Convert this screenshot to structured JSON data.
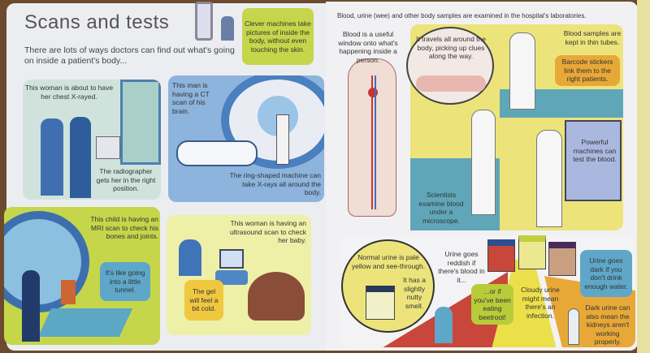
{
  "left_page": {
    "title": "Scans and tests",
    "intro": "There are lots of ways doctors can find out what's going on inside a patient's body...",
    "machine_bubble": "Clever machines take pictures of inside the body, without even touching the skin.",
    "xray": {
      "caption": "This woman is about to have her chest X-rayed.",
      "note": "The radiographer gets her in the right position."
    },
    "ct": {
      "caption": "This man is having a CT scan of his brain.",
      "note": "The ring-shaped machine can take X-rays all around the body."
    },
    "mri": {
      "caption": "This child is having an MRI scan to check his bones and joints.",
      "bubble": "It's like going into a little tunnel."
    },
    "ultrasound": {
      "caption": "This woman is having an ultrasound scan to check her baby.",
      "bubble": "The gel will feel a bit cold."
    }
  },
  "right_page": {
    "intro": "Blood, urine (wee) and other body samples are examined in the hospital's laboratories.",
    "blood_window": "Blood is a useful window onto what's happening inside a person.",
    "blood_travels": "It travels all around the body, picking up clues along the way.",
    "tubes": "Blood samples are kept in thin tubes.",
    "barcode": "Barcode stickers link them to the right patients.",
    "machines": "Powerful machines can test the blood.",
    "microscope": "Scientists examine blood under a microscope.",
    "urine": {
      "normal": "Normal urine is pale yellow and see-through.",
      "nutty": "It has a slightly nutty smell.",
      "reddish": "Urine goes reddish if there's blood in it...",
      "beetroot": "...or if you've been eating beetroot!",
      "cloudy": "Cloudy urine might mean there's an infection.",
      "dark": "Urine goes dark if you don't drink enough water.",
      "kidneys": "Dark urine can also mean the kidneys aren't working properly."
    }
  },
  "colors": {
    "lime": "#c5d64a",
    "blue": "#8cb4dc",
    "yellow": "#ece47a",
    "teal": "#5fa7b8",
    "red": "#c8463a",
    "orange": "#e8a838"
  }
}
